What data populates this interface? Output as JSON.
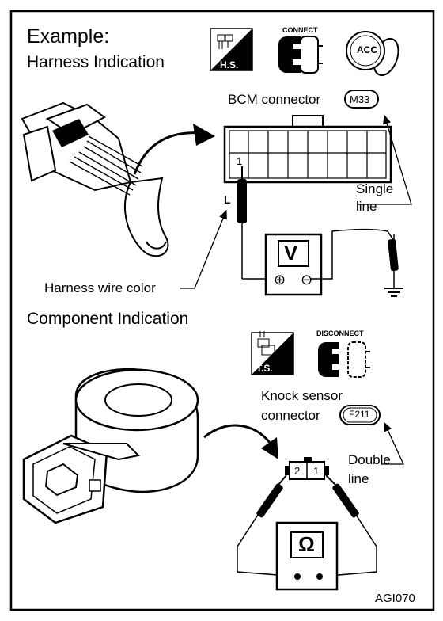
{
  "title": "Example:",
  "sections": {
    "harness": {
      "heading": "Harness Indication",
      "hs_label": "H.S.",
      "connect_label": "CONNECT",
      "acc_label": "ACC",
      "connector_label": "BCM connector",
      "connector_code": "M33",
      "pin_number": "1",
      "wire_color_letter": "L",
      "wire_color_label": "Harness wire color",
      "meter_symbol": "V",
      "plus_symbol": "⊕",
      "minus_symbol": "⊖",
      "single_line_label": [
        "Single",
        "line"
      ]
    },
    "component": {
      "heading": "Component Indication",
      "ts_label": "T.S.",
      "disconnect_label": "DISCONNECT",
      "connector_label": [
        "Knock sensor",
        "connector"
      ],
      "connector_code": "F211",
      "pin_left": "2",
      "pin_right": "1",
      "meter_symbol": "Ω",
      "double_line_label": [
        "Double",
        "line"
      ]
    }
  },
  "figure_id": "AGI070"
}
